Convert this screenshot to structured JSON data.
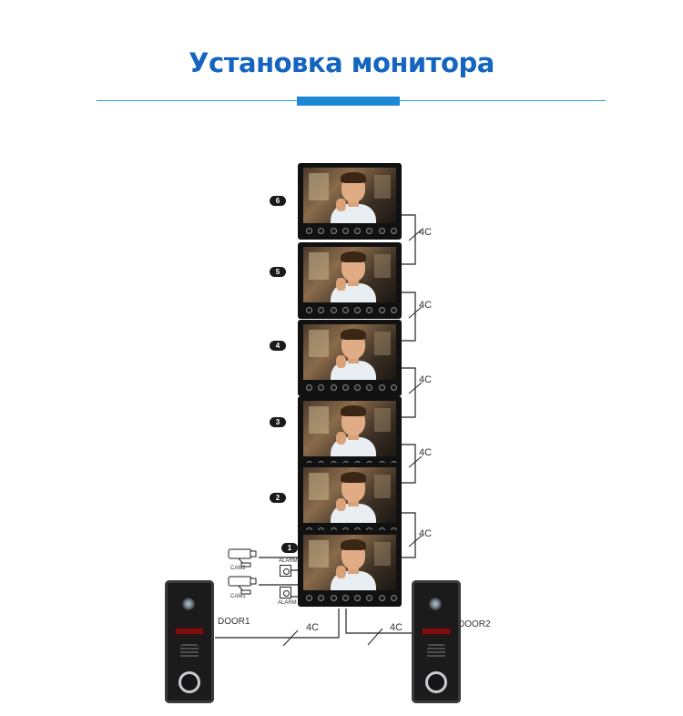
{
  "title": "Установка монитора",
  "monitor_numbers": [
    "6",
    "5",
    "4",
    "3",
    "2",
    "1"
  ],
  "wire_label": "4C",
  "door1_label": "DOOR1",
  "door2_label": "DOOR2",
  "cam1_label": "CAM1",
  "cam2_label": "CAM2",
  "alarm_label": "ALARM",
  "colors": {
    "title": "#1565c0",
    "accent": "#1e88d4"
  }
}
